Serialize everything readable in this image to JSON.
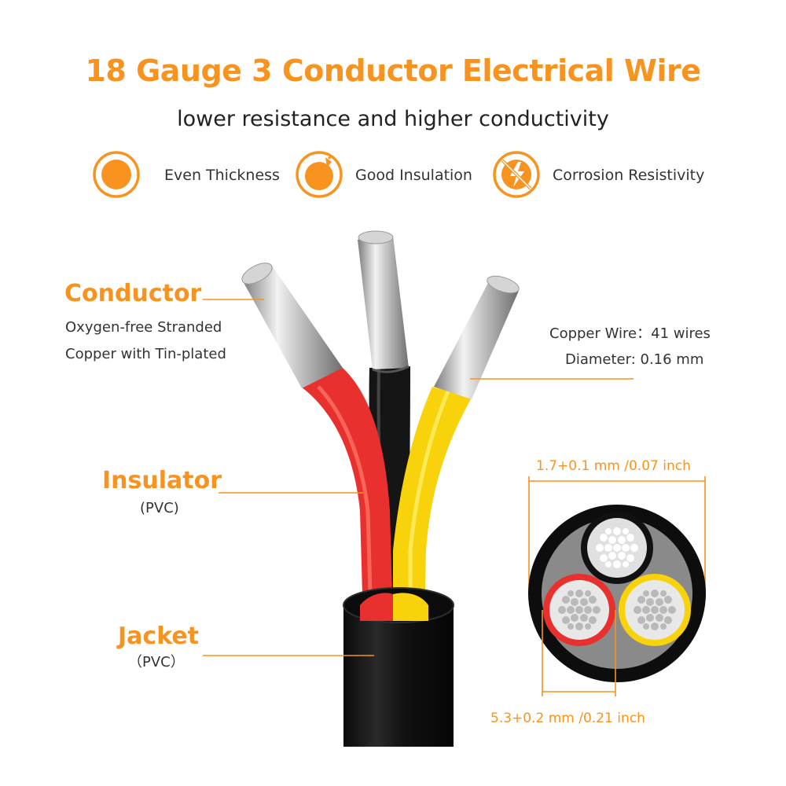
{
  "colors": {
    "accent": "#F7931E",
    "red": "#E8302E",
    "black": "#151515",
    "yellow": "#F8D20A",
    "silver": "#C9C9C9",
    "gray": "#8A8A8A"
  },
  "header": {
    "title": "18 Gauge 3 Conductor Electrical Wire",
    "subtitle": "lower resistance and higher conductivity"
  },
  "features": [
    {
      "icon": "circle-icon",
      "label": "Even Thickness"
    },
    {
      "icon": "shield-icon",
      "label": "Good Insulation"
    },
    {
      "icon": "lightning-icon",
      "label": "Corrosion Resistivity"
    }
  ],
  "parts": {
    "conductor": {
      "title": "Conductor",
      "lines": [
        "Oxygen-free Stranded",
        "Copper with Tin-plated"
      ]
    },
    "insulator": {
      "title": "Insulator",
      "sub": "(PVC)"
    },
    "jacket": {
      "title": "Jacket",
      "sub": "（PVC）"
    }
  },
  "specs": {
    "copper_wire": "Copper Wire：41 wires",
    "diameter": "Diameter: 0.16 mm"
  },
  "dimensions": {
    "outer": "1.7+0.1 mm /0.07 inch",
    "inner": "5.3+0.2 mm /0.21 inch"
  }
}
